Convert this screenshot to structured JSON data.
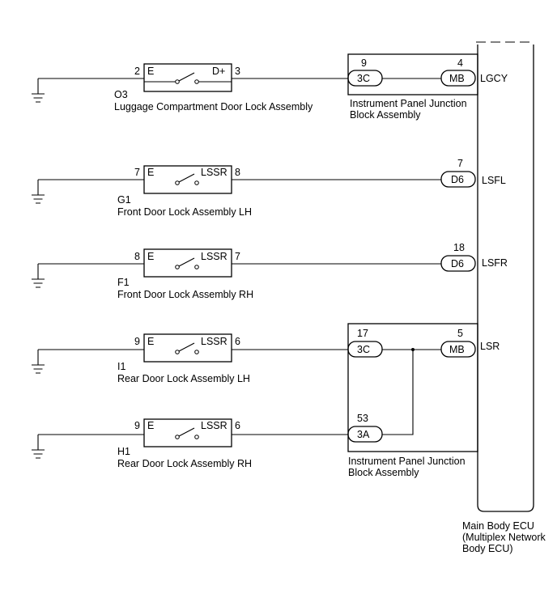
{
  "switches": [
    {
      "code": "O3",
      "name": "Luggage Compartment Door Lock Assembly",
      "left_term": "E",
      "right_term": "D+",
      "left_pin": "2",
      "right_pin": "3"
    },
    {
      "code": "G1",
      "name": "Front Door Lock Assembly LH",
      "left_term": "E",
      "right_term": "LSSR",
      "left_pin": "7",
      "right_pin": "8"
    },
    {
      "code": "F1",
      "name": "Front Door Lock Assembly RH",
      "left_term": "E",
      "right_term": "LSSR",
      "left_pin": "8",
      "right_pin": "7"
    },
    {
      "code": "I1",
      "name": "Rear Door Lock Assembly LH",
      "left_term": "E",
      "right_term": "LSSR",
      "left_pin": "9",
      "right_pin": "6"
    },
    {
      "code": "H1",
      "name": "Rear Door Lock Assembly RH",
      "left_term": "E",
      "right_term": "LSSR",
      "left_pin": "9",
      "right_pin": "6"
    }
  ],
  "junction_blocks": [
    {
      "label_line1": "Instrument Panel Junction",
      "label_line2": "Block Assembly"
    },
    {
      "label_line1": "Instrument Panel Junction",
      "label_line2": "Block Assembly"
    }
  ],
  "connectors": {
    "jb1_in": {
      "code": "3C",
      "pin": "9"
    },
    "jb1_out": {
      "code": "MB",
      "pin": "4"
    },
    "d6_lsfl": {
      "code": "D6",
      "pin": "7"
    },
    "d6_lsfr": {
      "code": "D6",
      "pin": "18"
    },
    "jb2_in1": {
      "code": "3C",
      "pin": "17"
    },
    "jb2_out": {
      "code": "MB",
      "pin": "5"
    },
    "jb2_in2": {
      "code": "3A",
      "pin": "53"
    }
  },
  "ecu_signals": {
    "lgcy": "LGCY",
    "lsfl": "LSFL",
    "lsfr": "LSFR",
    "lsr": "LSR"
  },
  "ecu": {
    "line1": "Main Body ECU",
    "line2": "(Multiplex Network",
    "line3": "Body ECU)"
  }
}
